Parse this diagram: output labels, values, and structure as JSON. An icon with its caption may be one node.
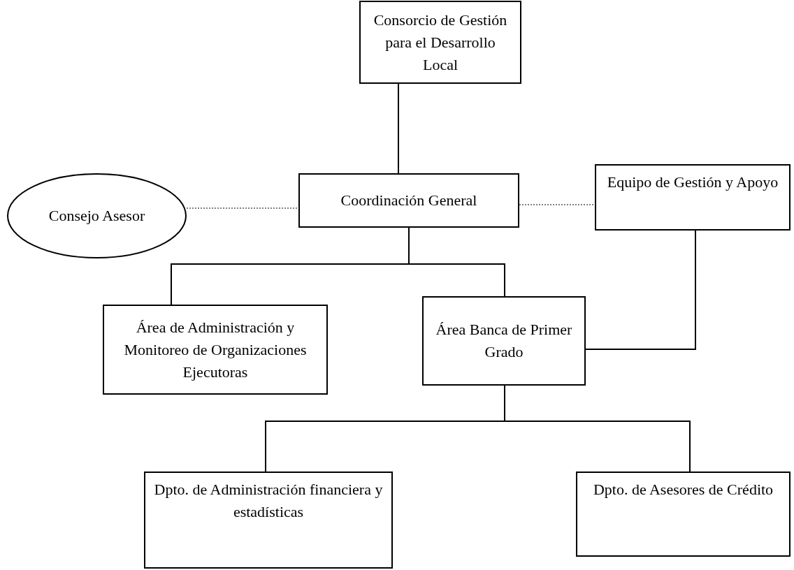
{
  "diagram": {
    "nodes": [
      {
        "text": [
          "Consorcio de Gestión para el Desarrollo Local"
        ]
      },
      {
        "text": [
          "Consejo Asesor"
        ]
      },
      {
        "text": [
          "Coordinación General"
        ]
      },
      {
        "text": [
          "Equipo de Gestión y Apoyo"
        ]
      },
      {
        "text": [
          "Área de Administración y Monitoreo de Organizaciones Ejecutoras"
        ]
      },
      {
        "text": [
          "Área Banca de Primer Grado"
        ]
      },
      {
        "text": [
          "Dpto. de Administración financiera y estadísticas"
        ]
      },
      {
        "text": [
          "Dpto. de Asesores de Crédito"
        ]
      }
    ],
    "edges": [
      {
        "from": 0,
        "to": 2,
        "arrow": "none"
      },
      {
        "from": 1,
        "to": 2,
        "arrow": "none",
        "style": "dashed"
      },
      {
        "from": 2,
        "to": 3,
        "arrow": "none",
        "style": "dashed"
      },
      {
        "from": 2,
        "to": 4,
        "arrow": "none"
      },
      {
        "from": 2,
        "to": 5,
        "arrow": "none"
      },
      {
        "from": 3,
        "to": 5,
        "arrow": "none"
      },
      {
        "from": 5,
        "to": 6,
        "arrow": "none"
      },
      {
        "from": 5,
        "to": 7,
        "arrow": "none"
      }
    ]
  }
}
